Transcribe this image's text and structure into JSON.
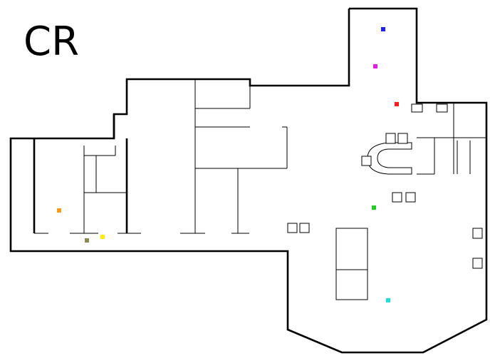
{
  "map": {
    "title": "CR",
    "markers": [
      {
        "name": "marker-blue",
        "color": "#2020ff"
      },
      {
        "name": "marker-magenta",
        "color": "#e020e0"
      },
      {
        "name": "marker-red",
        "color": "#ff1a1a"
      },
      {
        "name": "marker-green",
        "color": "#22cc22"
      },
      {
        "name": "marker-cyan",
        "color": "#22dddd"
      },
      {
        "name": "marker-orange",
        "color": "#ff9a20"
      },
      {
        "name": "marker-yellow",
        "color": "#ffee00"
      },
      {
        "name": "marker-olive",
        "color": "#8a8a50"
      }
    ]
  }
}
